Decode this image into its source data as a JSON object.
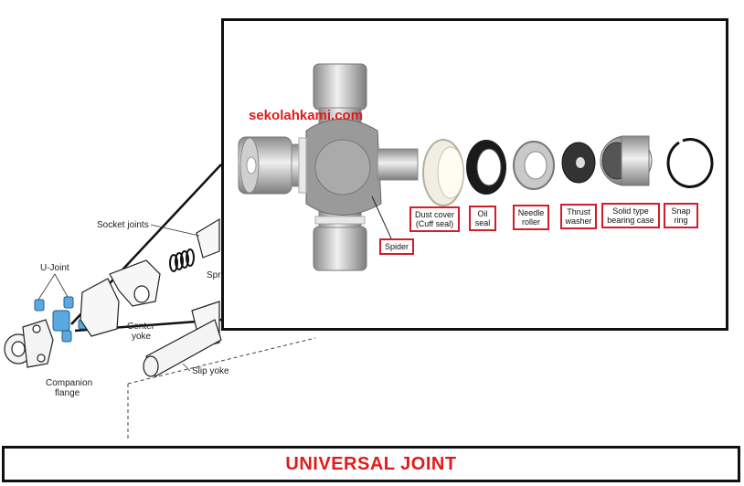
{
  "background_labels": {
    "socket_joints": "Socket joints",
    "u_joint": "U-Joint",
    "spring": "Spr",
    "center_yoke_1": "Center",
    "center_yoke_2": "yoke",
    "slip_yoke": "Slip yoke",
    "companion_flange_1": "Companion",
    "companion_flange_2": "flange"
  },
  "inset": {
    "watermark": "sekolahkami.com",
    "parts": {
      "spider": "Spider",
      "dust_cover_1": "Dust cover",
      "dust_cover_2": "(Cuff seal)",
      "oil_seal_1": "Oil",
      "oil_seal_2": "seal",
      "needle_roller_1": "Needle",
      "needle_roller_2": "roller",
      "thrust_washer_1": "Thrust",
      "thrust_washer_2": "washer",
      "bearing_case_1": "Solid type",
      "bearing_case_2": "bearing case",
      "snap_ring_1": "Snap",
      "snap_ring_2": "ring"
    }
  },
  "title": "UNIVERSAL JOINT",
  "colors": {
    "accent_red": "#e01b1b",
    "label_border": "#d21d2a",
    "u_joint_blue": "#5aa9e0"
  }
}
